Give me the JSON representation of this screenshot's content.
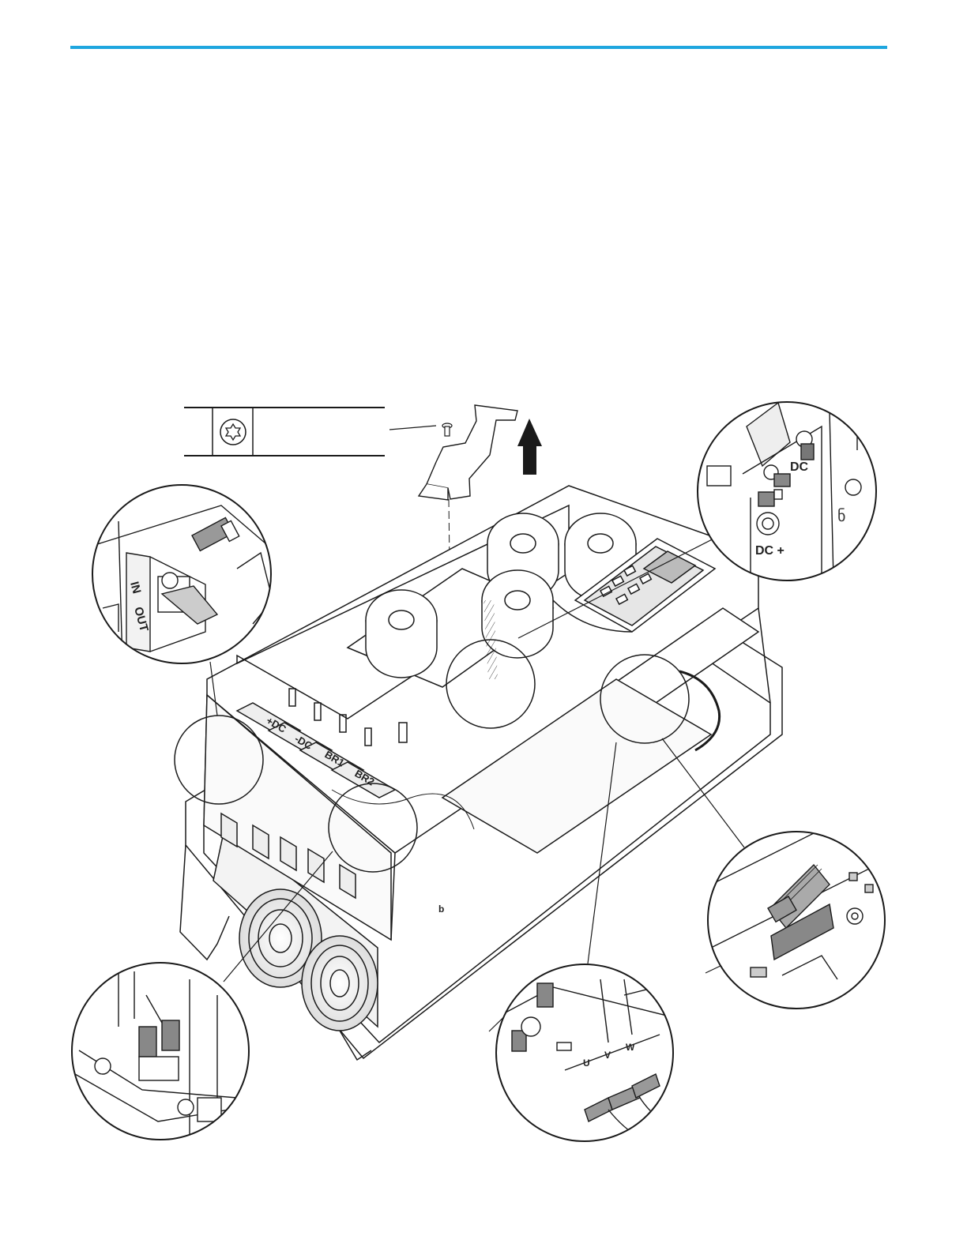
{
  "colors": {
    "accent_rule": "#1ea6df",
    "line": "#1a1a1a",
    "tone": "#9a9a9a"
  },
  "labels": {
    "dc_label_a": "DC",
    "dc_label_b": "DC +",
    "in_label": "IN",
    "out_label": "OUT",
    "bus_plus": "+DC",
    "bus_minus": "-DC",
    "bus_br1": "BR1",
    "bus_br2": "BR2",
    "phase_u": "U",
    "phase_v": "V",
    "phase_w": "W",
    "small_mark": "b"
  },
  "screw_table": {
    "icon": "torx-screw-icon"
  }
}
